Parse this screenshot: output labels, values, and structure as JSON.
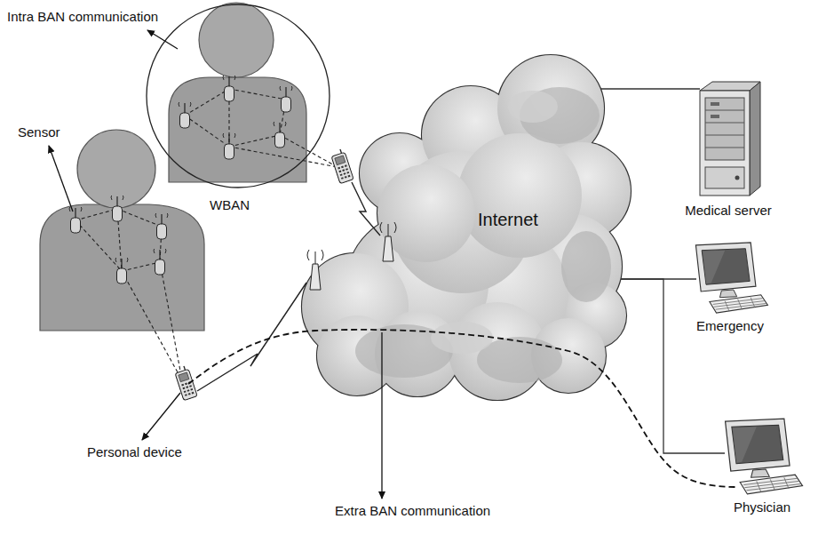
{
  "diagram": {
    "nodes": [
      {
        "text": [
          "Internet"
        ]
      },
      {
        "text": [
          "Medical server"
        ]
      },
      {
        "text": [
          "Emergency"
        ]
      },
      {
        "text": [
          "Physician"
        ]
      }
    ],
    "edges": [
      {
        "from": 0,
        "to": 1,
        "arrow": "none"
      },
      {
        "from": 0,
        "to": 2,
        "arrow": "none"
      },
      {
        "from": 0,
        "to": 3,
        "arrow": "none"
      }
    ],
    "labels": [
      "Intra BAN communication",
      "WBAN",
      "Sensor",
      "Personal device",
      "Extra BAN communication"
    ]
  }
}
